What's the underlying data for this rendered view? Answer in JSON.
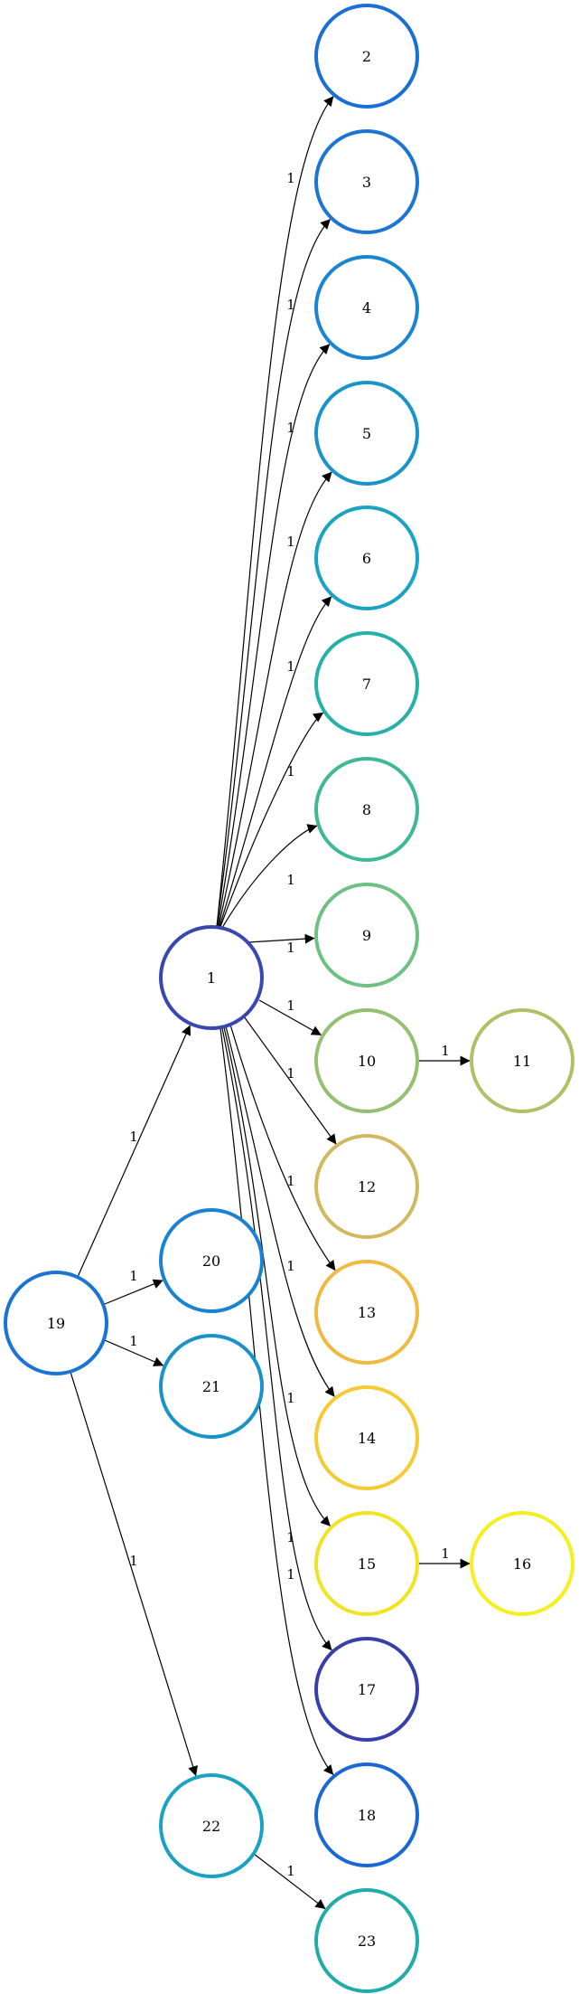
{
  "diagram": {
    "nodes": [
      {
        "id": "1",
        "label": "1",
        "color": "#3848b0"
      },
      {
        "id": "2",
        "label": "2",
        "color": "#1a6fd6"
      },
      {
        "id": "3",
        "label": "3",
        "color": "#1b76d3"
      },
      {
        "id": "4",
        "label": "4",
        "color": "#1a84d2"
      },
      {
        "id": "5",
        "label": "5",
        "color": "#1894ca"
      },
      {
        "id": "6",
        "label": "6",
        "color": "#1aa3c2"
      },
      {
        "id": "7",
        "label": "7",
        "color": "#26b0a8"
      },
      {
        "id": "8",
        "label": "8",
        "color": "#3fb896"
      },
      {
        "id": "9",
        "label": "9",
        "color": "#6ec083"
      },
      {
        "id": "10",
        "label": "10",
        "color": "#93c071"
      },
      {
        "id": "11",
        "label": "11",
        "color": "#b3bf66"
      },
      {
        "id": "12",
        "label": "12",
        "color": "#d0b95e"
      },
      {
        "id": "13",
        "label": "13",
        "color": "#f0b940"
      },
      {
        "id": "14",
        "label": "14",
        "color": "#f5cb34"
      },
      {
        "id": "15",
        "label": "15",
        "color": "#f2e322"
      },
      {
        "id": "16",
        "label": "16",
        "color": "#f4ef1e"
      },
      {
        "id": "17",
        "label": "17",
        "color": "#3840a8"
      },
      {
        "id": "18",
        "label": "18",
        "color": "#1a68d6"
      },
      {
        "id": "19",
        "label": "19",
        "color": "#1a74d4"
      },
      {
        "id": "20",
        "label": "20",
        "color": "#1a82d2"
      },
      {
        "id": "21",
        "label": "21",
        "color": "#1892cb"
      },
      {
        "id": "22",
        "label": "22",
        "color": "#1aa2c3"
      },
      {
        "id": "23",
        "label": "23",
        "color": "#20aca8"
      }
    ],
    "edges": [
      {
        "from": "1",
        "to": "2",
        "label": "1"
      },
      {
        "from": "1",
        "to": "3",
        "label": "1"
      },
      {
        "from": "1",
        "to": "4",
        "label": "1"
      },
      {
        "from": "1",
        "to": "5",
        "label": "1"
      },
      {
        "from": "1",
        "to": "6",
        "label": "1"
      },
      {
        "from": "1",
        "to": "7",
        "label": "1"
      },
      {
        "from": "1",
        "to": "8",
        "label": "1"
      },
      {
        "from": "1",
        "to": "9",
        "label": "1"
      },
      {
        "from": "1",
        "to": "10",
        "label": "1"
      },
      {
        "from": "10",
        "to": "11",
        "label": "1"
      },
      {
        "from": "1",
        "to": "12",
        "label": "1"
      },
      {
        "from": "1",
        "to": "13",
        "label": "1"
      },
      {
        "from": "1",
        "to": "14",
        "label": "1"
      },
      {
        "from": "1",
        "to": "15",
        "label": "1"
      },
      {
        "from": "15",
        "to": "16",
        "label": "1"
      },
      {
        "from": "1",
        "to": "17",
        "label": "1"
      },
      {
        "from": "1",
        "to": "18",
        "label": "1"
      },
      {
        "from": "19",
        "to": "1",
        "label": "1"
      },
      {
        "from": "19",
        "to": "20",
        "label": "1"
      },
      {
        "from": "19",
        "to": "21",
        "label": "1"
      },
      {
        "from": "19",
        "to": "22",
        "label": "1"
      },
      {
        "from": "22",
        "to": "23",
        "label": "1"
      }
    ]
  }
}
